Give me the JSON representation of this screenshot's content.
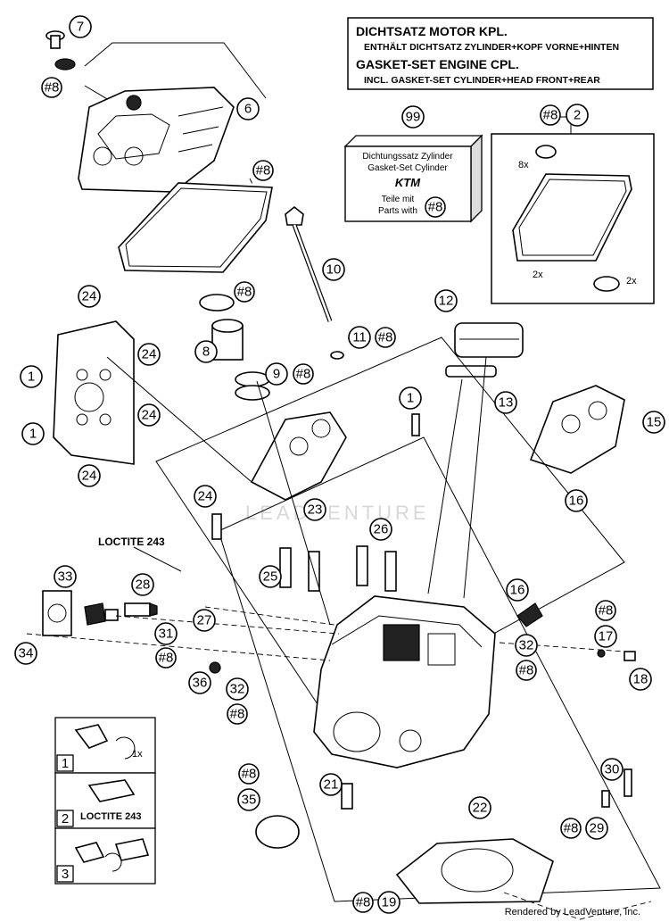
{
  "gasket_box": {
    "line1": "DICHTSATZ MOTOR KPL.",
    "line2": "ENTHÄLT DICHTSATZ ZYLINDER+KOPF VORNE+HINTEN",
    "line3": "GASKET-SET ENGINE CPL.",
    "line4": "INCL. GASKET-SET CYLINDER+HEAD FRONT+REAR"
  },
  "cylinder_kit": {
    "callout": "99",
    "line1": "Dichtungssatz Zylinder",
    "line2": "Gasket-Set Cylinder",
    "brand": "KTM",
    "line3": "Teile mit",
    "line4": "Parts with",
    "ref": "#8"
  },
  "detail_box": {
    "callout": "2",
    "ref": "#8",
    "qty_top": "8x",
    "qty_left": "2x",
    "qty_right": "2x"
  },
  "loctite_label": "LOCTITE 243",
  "steps": [
    {
      "num": "1",
      "text": "1x"
    },
    {
      "num": "2",
      "text": "LOCTITE 243"
    },
    {
      "num": "3",
      "text": ""
    }
  ],
  "callouts": {
    "c7": "7",
    "c8a": "#8",
    "c6": "6",
    "c8b": "#8",
    "c10": "10",
    "c8c": "#8",
    "c24a": "24",
    "c8": "8",
    "c9": "9",
    "c8d": "#8",
    "c11": "11",
    "c8e": "#8",
    "c12": "12",
    "c1a": "1",
    "c24b": "24",
    "c1b": "1",
    "c24c": "24",
    "c24d": "24",
    "c1c": "1",
    "c13": "13",
    "c15": "15",
    "c23": "23",
    "c16a": "16",
    "c24e": "24",
    "c26": "26",
    "c25": "25",
    "c33": "33",
    "c28": "28",
    "c27": "27",
    "c31": "31",
    "c8f": "#8",
    "c34": "34",
    "c36": "36",
    "c32a": "32",
    "c8g": "#8",
    "c16b": "16",
    "c8h": "#8",
    "c17": "17",
    "c32b": "32",
    "c8i": "#8",
    "c18": "18",
    "c21": "21",
    "c8j": "#8",
    "c35": "35",
    "c22": "22",
    "c30": "30",
    "c8k": "#8",
    "c29": "29",
    "c8l": "#8",
    "c19": "19"
  },
  "watermark": "LEADVENTURE",
  "footer": "Rendered by LeadVenture, Inc."
}
